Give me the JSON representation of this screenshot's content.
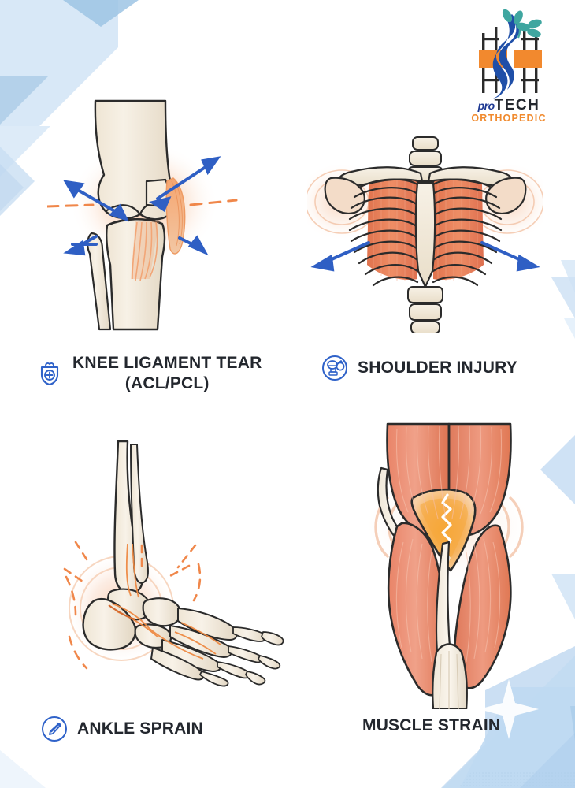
{
  "brand": {
    "logo_pro": "pro",
    "logo_tech": "TECH",
    "logo_sub": "ORTHOPEDIC",
    "colors": {
      "logo_blue": "#1F4FA8",
      "logo_navy": "#23272E",
      "logo_orange": "#F08A2E",
      "logo_teal": "#3FA6A0",
      "logo_dark": "#2B2B2B"
    }
  },
  "theme": {
    "background": "#FFFFFF",
    "accent_blue": "#2F5FC4",
    "geo_blue_light": "#DCE9F7",
    "geo_blue_mid": "#C3DCF2",
    "geo_blue_deep": "#9EC4E4",
    "bone_fill": "#F4EDE0",
    "bone_outline": "#2B2B2B",
    "muscle_salmon": "#E8805C",
    "muscle_light": "#F0A085",
    "inflammation_orange": "#F5A04A",
    "dash_orange": "#F08A4A",
    "text_dark": "#23272E"
  },
  "items": [
    {
      "id": "knee-ligament-tear",
      "icon": "medical-bag-icon",
      "label": "KNEE LIGAMENT TEAR\n(ACL/PCL)",
      "illustration": "knee-joint-diagram"
    },
    {
      "id": "shoulder-injury",
      "icon": "shoulder-joint-icon",
      "label": "SHOULDER INJURY",
      "illustration": "rib-cage-shoulder-diagram"
    },
    {
      "id": "ankle-sprain",
      "icon": "syringe-icon",
      "label": "ANKLE SPRAIN",
      "illustration": "ankle-foot-diagram"
    },
    {
      "id": "muscle-strain",
      "icon": "none",
      "label": "MUSCLE STRAIN",
      "illustration": "leg-muscle-tear-diagram"
    }
  ]
}
